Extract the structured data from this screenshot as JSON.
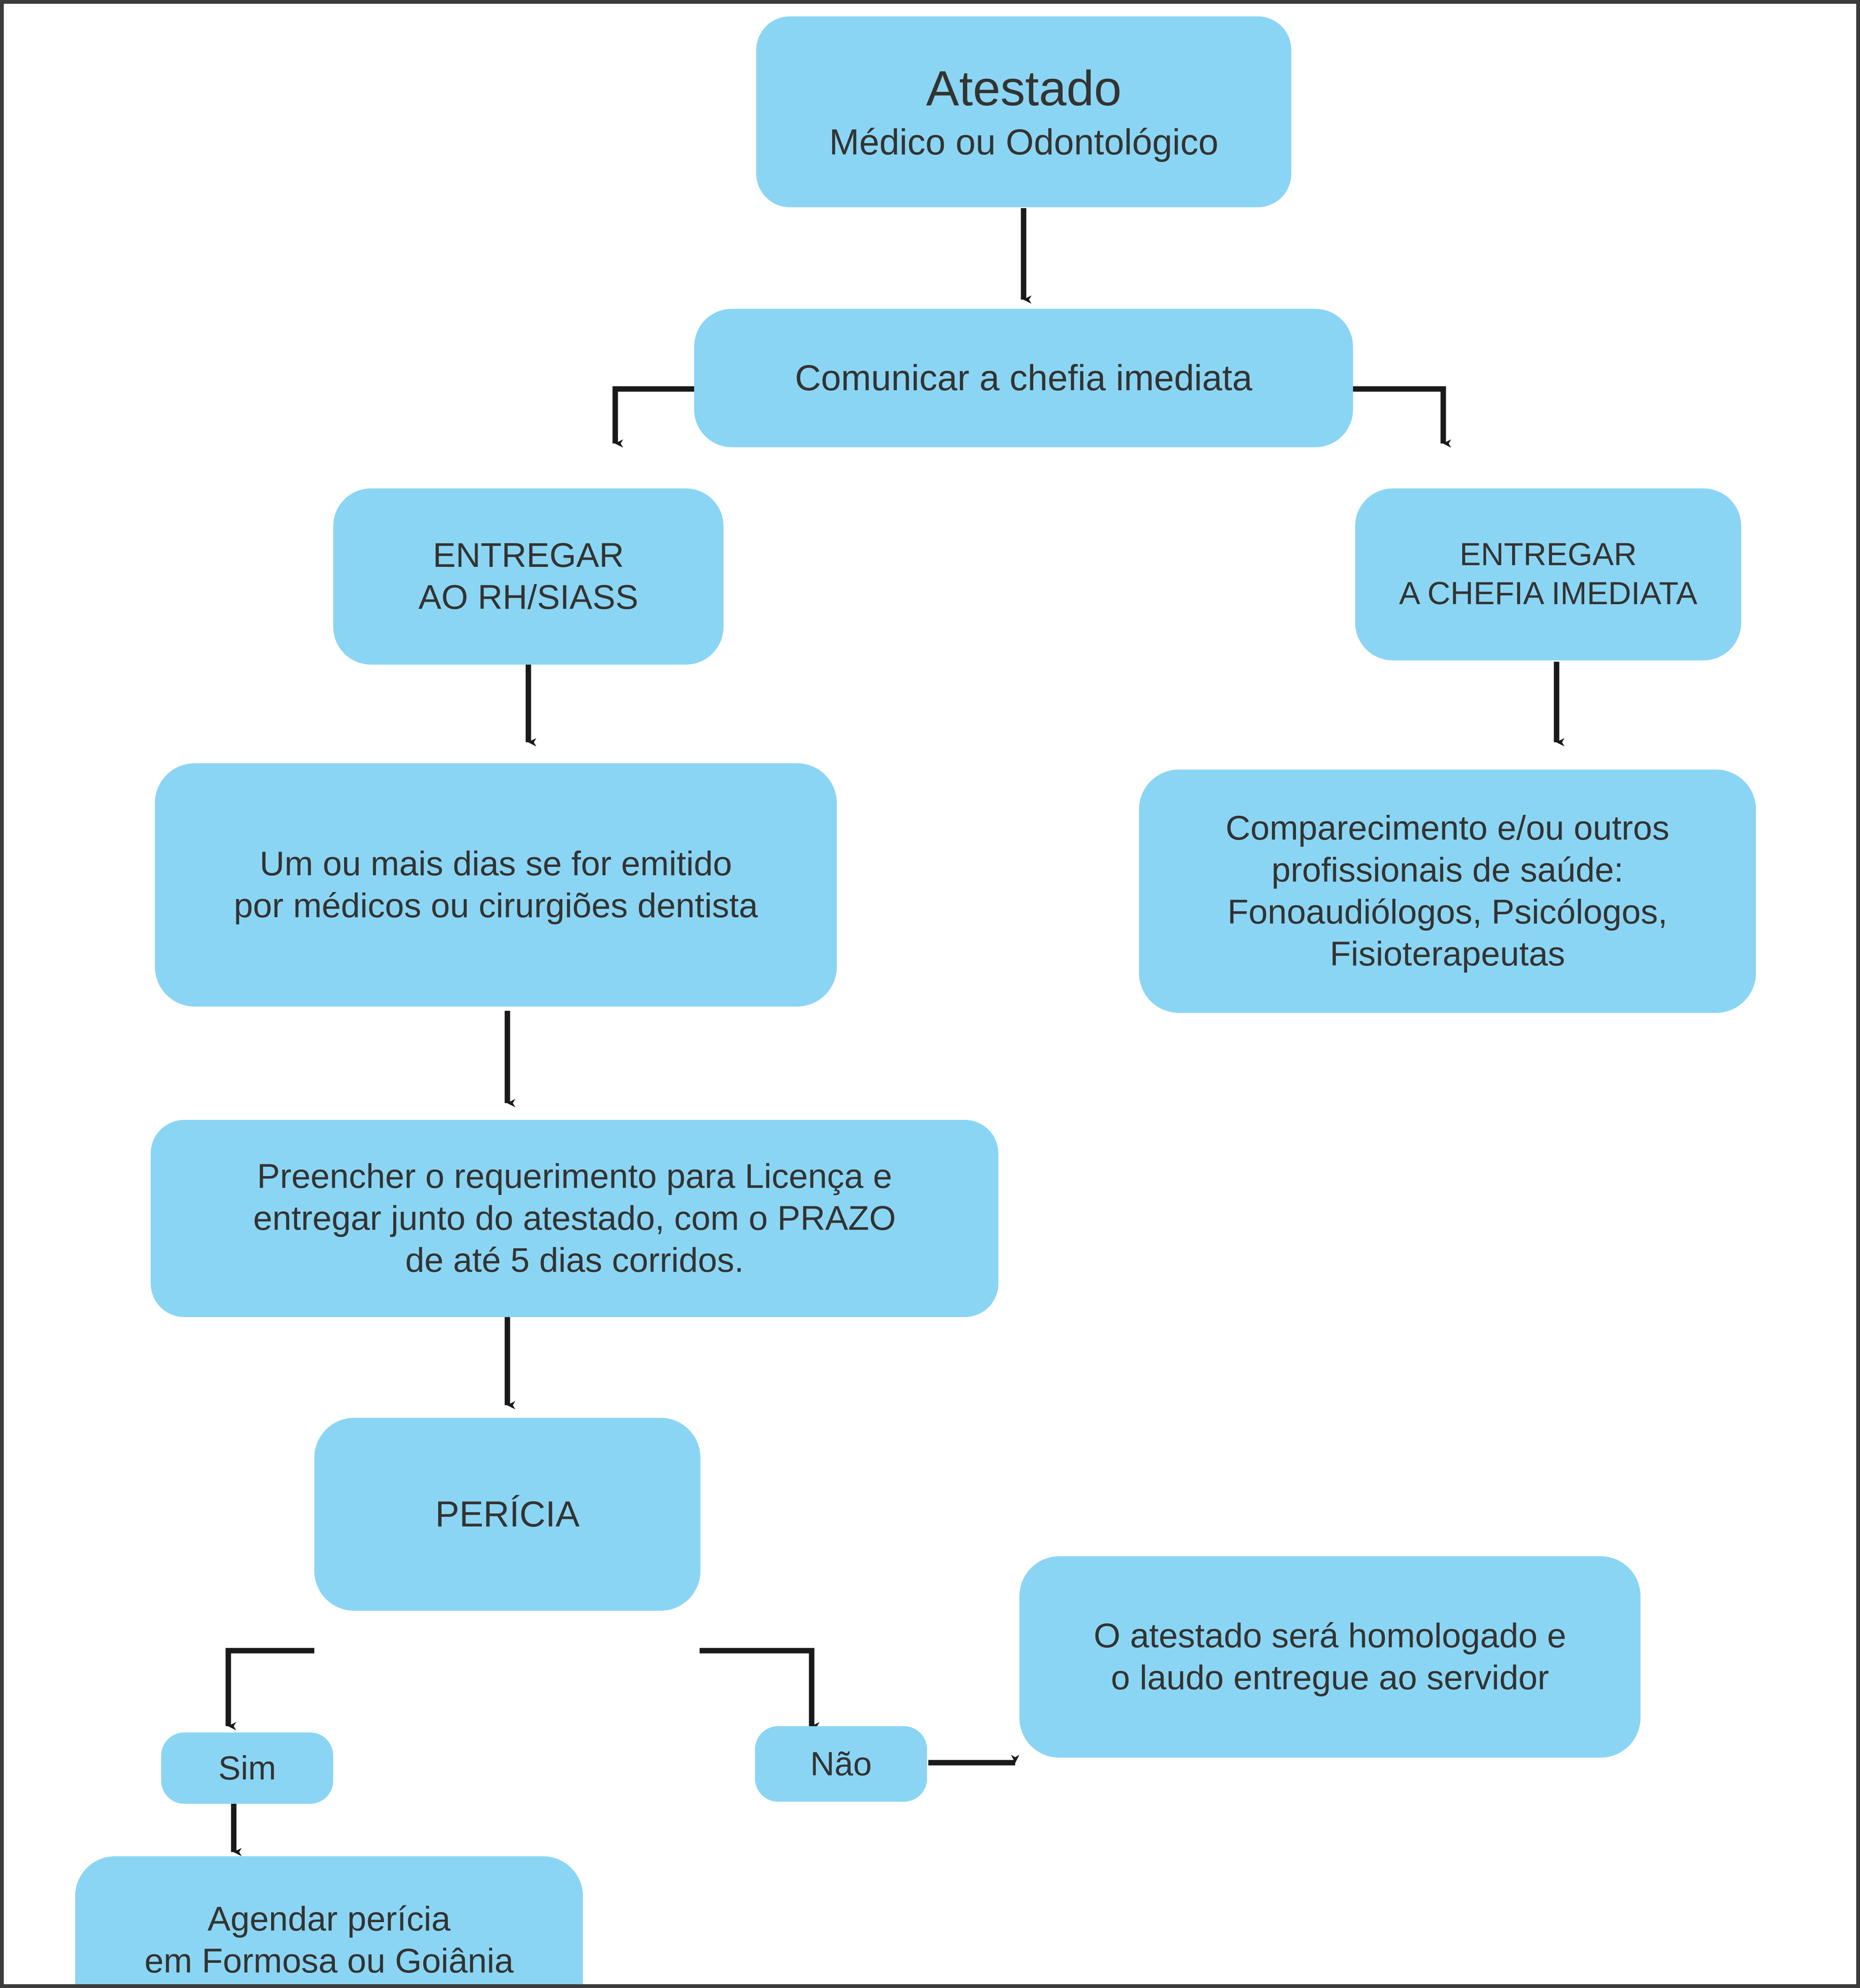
{
  "document": {
    "type": "flowchart",
    "language": "pt-BR",
    "title_node": "Atestado",
    "palette": {
      "node_fill": "#8BD5F4",
      "text": "#333331",
      "edge": "#1a1a1a",
      "border": "#3b3b3b",
      "background": "#ffffff"
    }
  },
  "nodes": {
    "atestado": {
      "title": "Atestado",
      "subtitle": "Médico ou Odontológico"
    },
    "comunicar": {
      "label": "Comunicar a chefia imediata"
    },
    "entregar_rh": {
      "label": "ENTREGAR\nAO RH/SIASS"
    },
    "entregar_chefia": {
      "label": "ENTREGAR\nA CHEFIA IMEDIATA"
    },
    "um_ou_mais_dias": {
      "label": "Um ou mais dias se for emitido\npor médicos ou cirurgiões dentista"
    },
    "comparecimento": {
      "label": "Comparecimento e/ou outros\nprofissionais de saúde:\nFonoaudiólogos, Psicólogos,\nFisioterapeutas"
    },
    "preencher": {
      "label": "Preencher o requerimento para Licença e\nentregar junto do atestado, com o PRAZO\nde até 5 dias corridos."
    },
    "pericia": {
      "label": "PERÍCIA"
    },
    "sim": {
      "label": "Sim"
    },
    "nao": {
      "label": "Não"
    },
    "agendar": {
      "label": "Agendar perícia\nem Formosa ou Goiânia"
    },
    "homologado": {
      "label": "O atestado será homologado e\no laudo entregue ao servidor"
    }
  },
  "edges": [
    {
      "from": "atestado",
      "to": "comunicar",
      "style": "straight-down"
    },
    {
      "from": "comunicar",
      "to": "entregar_rh",
      "style": "elbow-left-down"
    },
    {
      "from": "comunicar",
      "to": "entregar_chefia",
      "style": "elbow-right-down"
    },
    {
      "from": "entregar_rh",
      "to": "um_ou_mais_dias",
      "style": "straight-down"
    },
    {
      "from": "entregar_chefia",
      "to": "comparecimento",
      "style": "straight-down"
    },
    {
      "from": "um_ou_mais_dias",
      "to": "preencher",
      "style": "straight-down"
    },
    {
      "from": "preencher",
      "to": "pericia",
      "style": "straight-down"
    },
    {
      "from": "pericia",
      "to": "sim",
      "style": "elbow-left-down"
    },
    {
      "from": "pericia",
      "to": "nao",
      "style": "elbow-right-down"
    },
    {
      "from": "sim",
      "to": "agendar",
      "style": "straight-down"
    },
    {
      "from": "nao",
      "to": "homologado",
      "style": "straight-right"
    }
  ]
}
